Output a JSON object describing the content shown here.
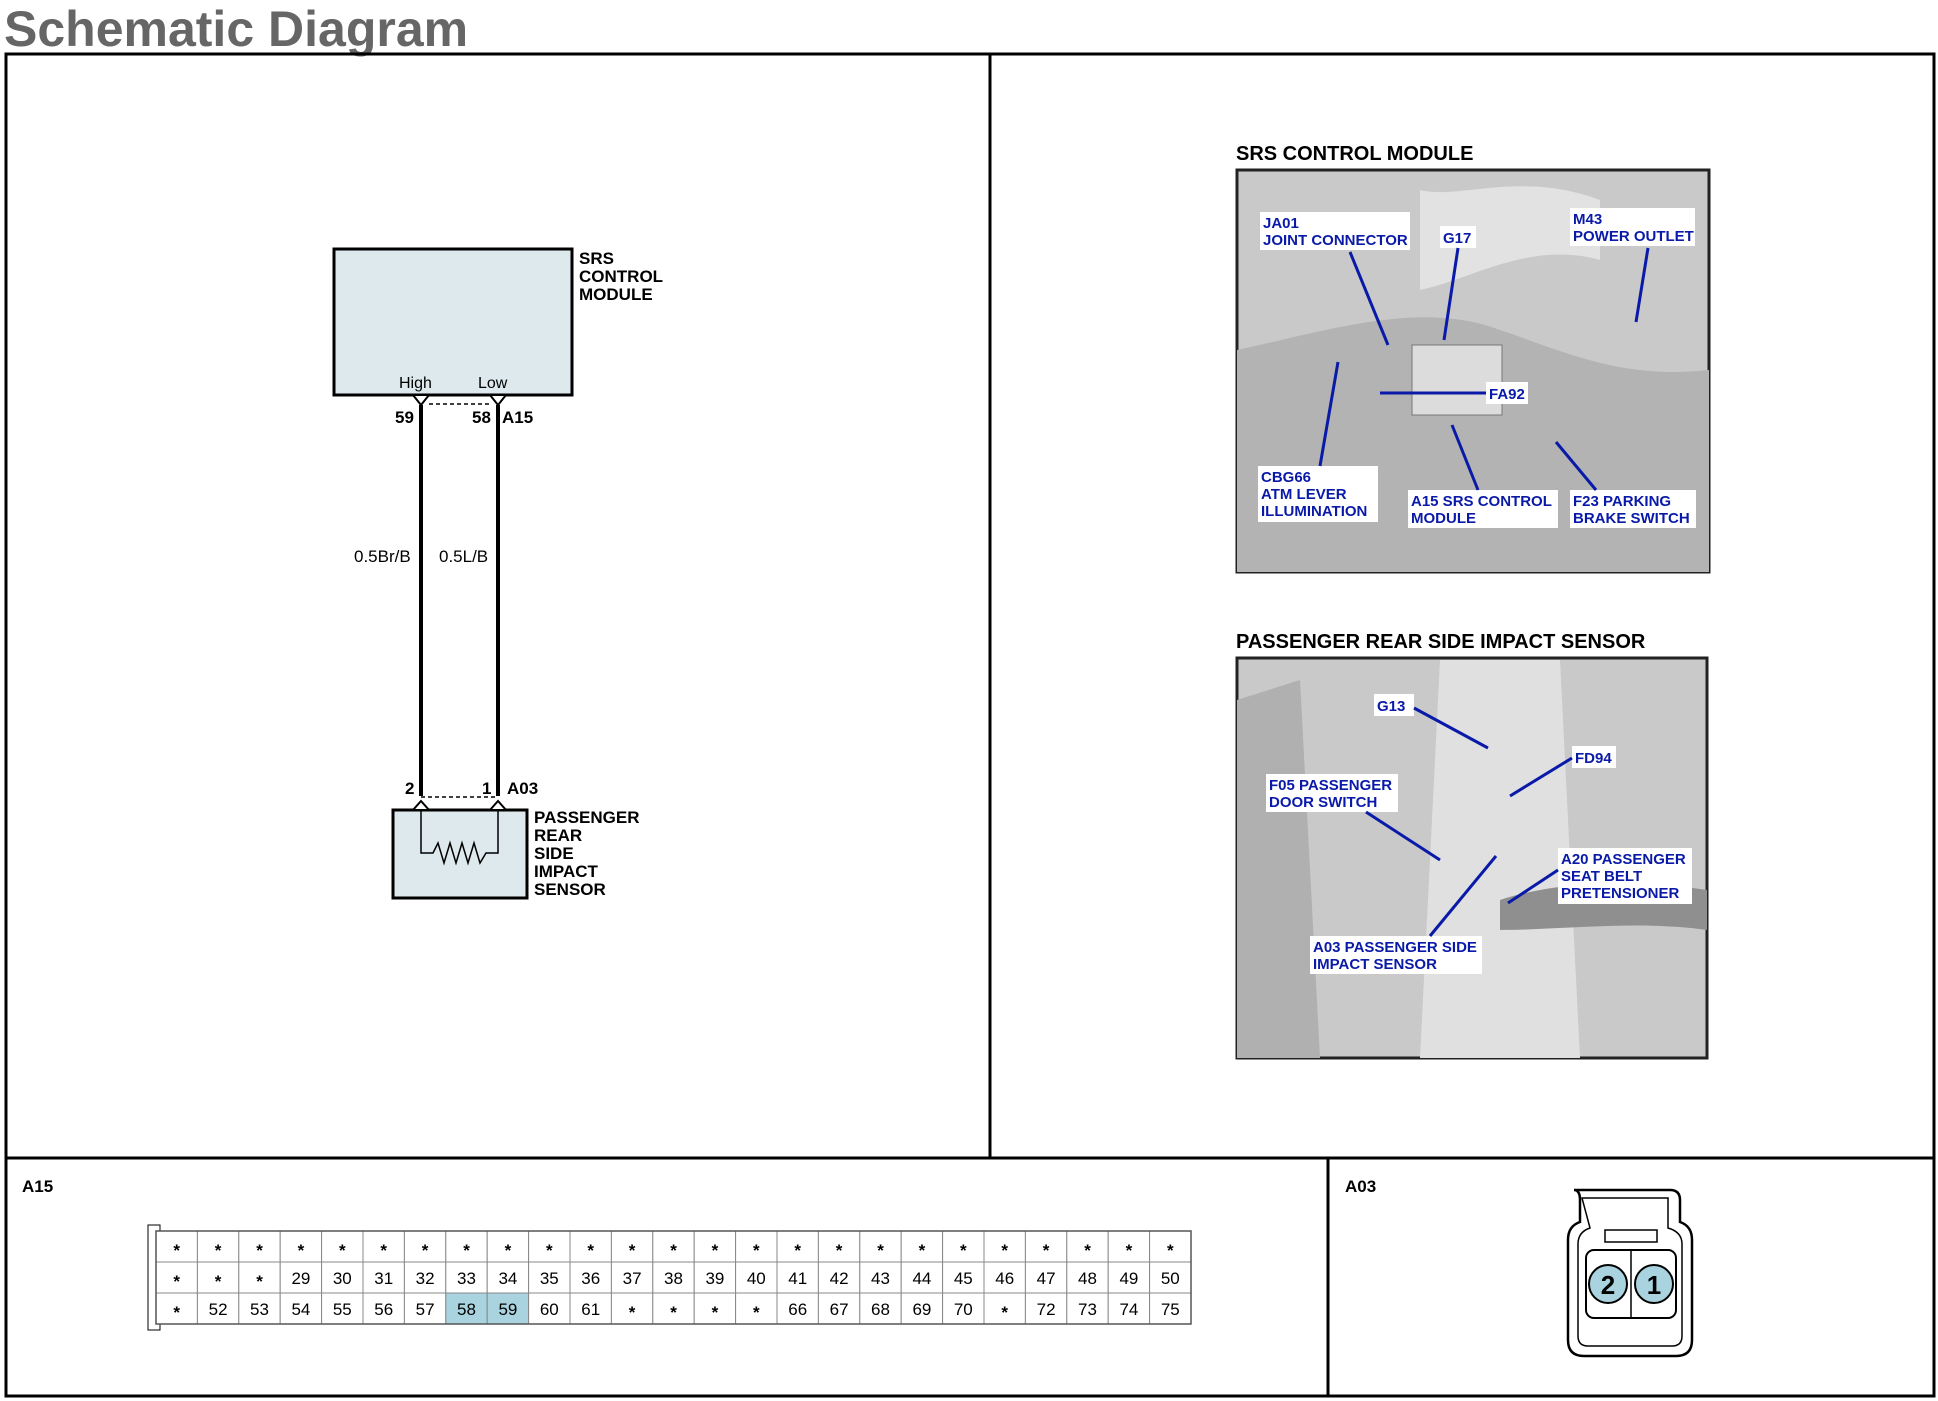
{
  "page_title": "Schematic Diagram",
  "schematic": {
    "control_module_label": [
      "SRS",
      "CONTROL",
      "MODULE"
    ],
    "pin_high_label": "High",
    "pin_low_label": "Low",
    "pin_59": "59",
    "pin_58": "58",
    "connector_top": "A15",
    "wire_left_label": "0.5Br/B",
    "wire_right_label": "0.5L/B",
    "pin_2": "2",
    "pin_1": "1",
    "connector_bottom": "A03",
    "sensor_label": [
      "PASSENGER",
      "REAR",
      "SIDE",
      "IMPACT",
      "SENSOR"
    ]
  },
  "photo_srs": {
    "title": "SRS CONTROL MODULE",
    "callouts": [
      [
        "JA01",
        "JOINT CONNECTOR"
      ],
      [
        "G17"
      ],
      [
        "M43",
        "POWER OUTLET"
      ],
      [
        "FA92"
      ],
      [
        "CBG66",
        "ATM LEVER",
        "ILLUMINATION"
      ],
      [
        "A15 SRS CONTROL",
        "MODULE"
      ],
      [
        "F23 PARKING",
        "BRAKE SWITCH"
      ]
    ]
  },
  "photo_sensor": {
    "title": "PASSENGER REAR SIDE IMPACT SENSOR",
    "callouts": [
      [
        "G13"
      ],
      [
        "FD94"
      ],
      [
        "F05 PASSENGER",
        "DOOR SWITCH"
      ],
      [
        "A20 PASSENGER",
        "SEAT BELT",
        "PRETENSIONER"
      ],
      [
        "A03 PASSENGER SIDE",
        "IMPACT SENSOR"
      ]
    ]
  },
  "connector_a15": {
    "label": "A15",
    "rows": [
      [
        "*",
        "*",
        "*",
        "*",
        "*",
        "*",
        "*",
        "*",
        "*",
        "*",
        "*",
        "*",
        "*",
        "*",
        "*",
        "*",
        "*",
        "*",
        "*",
        "*",
        "*",
        "*",
        "*",
        "*",
        "*"
      ],
      [
        "*",
        "*",
        "*",
        "29",
        "30",
        "31",
        "32",
        "33",
        "34",
        "35",
        "36",
        "37",
        "38",
        "39",
        "40",
        "41",
        "42",
        "43",
        "44",
        "45",
        "46",
        "47",
        "48",
        "49",
        "50"
      ],
      [
        "*",
        "52",
        "53",
        "54",
        "55",
        "56",
        "57",
        "58",
        "59",
        "60",
        "61",
        "*",
        "*",
        "*",
        "*",
        "66",
        "67",
        "68",
        "69",
        "70",
        "*",
        "72",
        "73",
        "74",
        "75"
      ]
    ],
    "highlighted": [
      "58",
      "59"
    ],
    "highlight_color": "#a9d3de"
  },
  "connector_a03": {
    "label": "A03",
    "pins": [
      "2",
      "1"
    ],
    "highlight_color": "#a9d3de"
  },
  "colors": {
    "box_fill": "#dde9ec",
    "callout_text": "#0a1aa8"
  }
}
